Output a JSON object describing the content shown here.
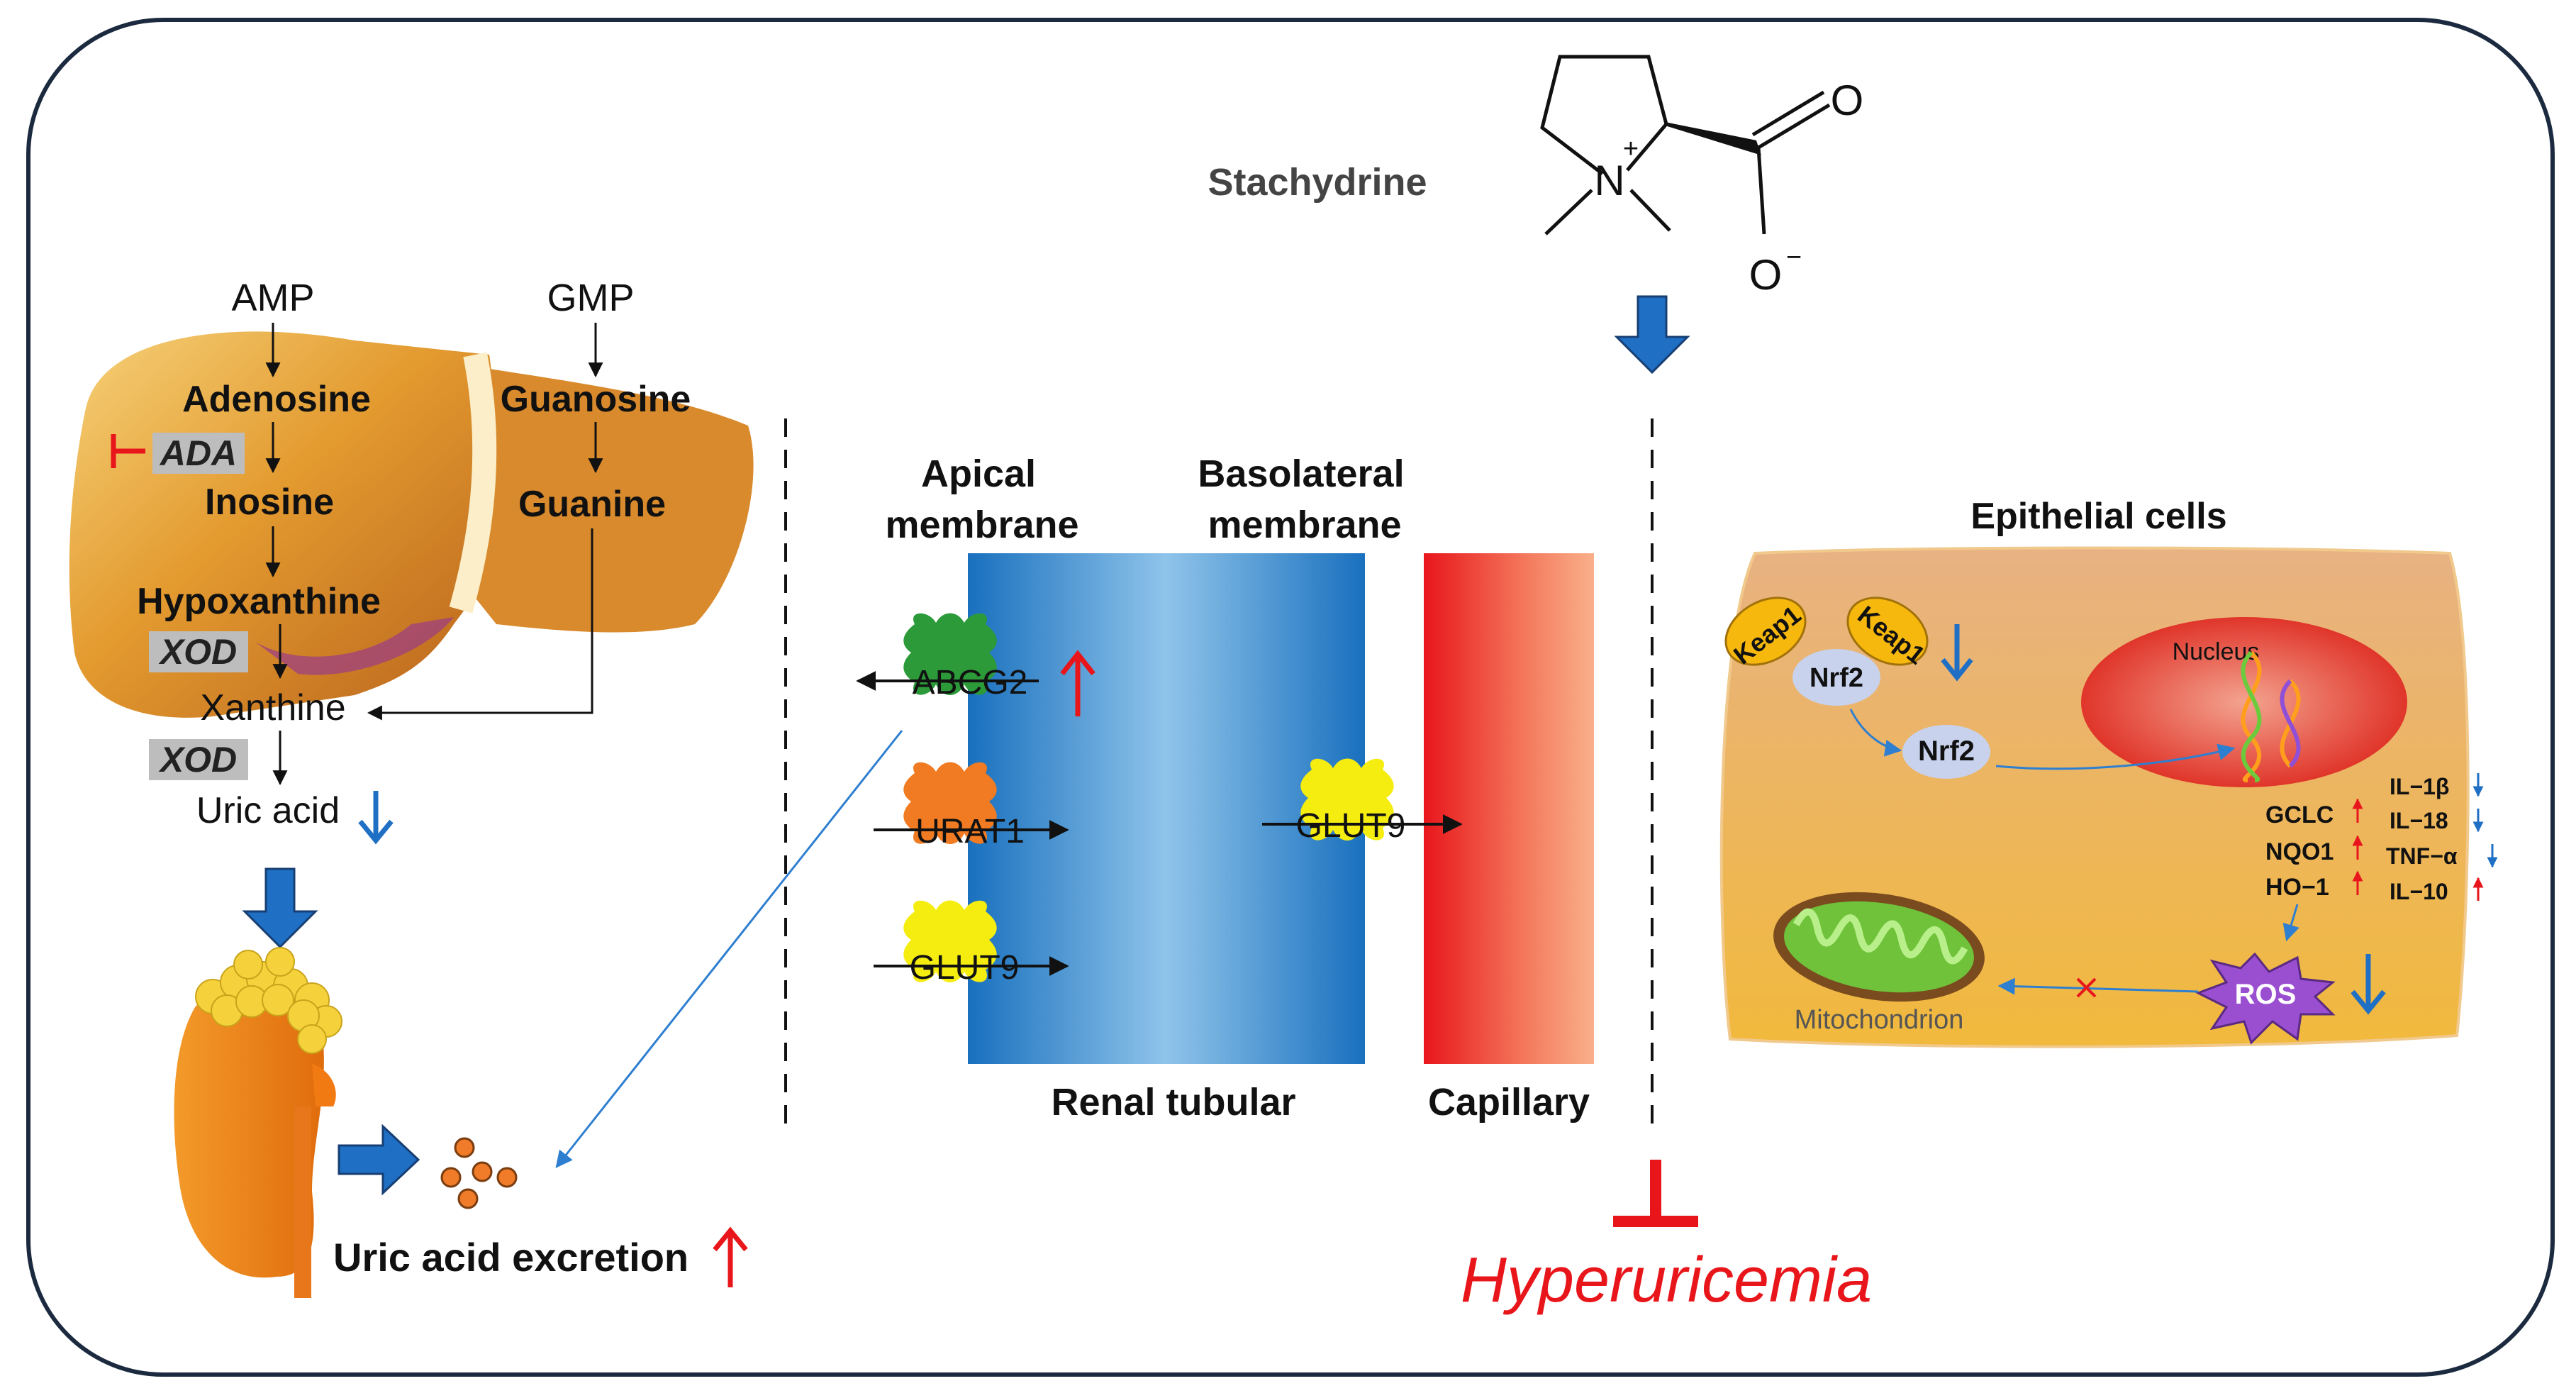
{
  "title": "Stachydrine",
  "molecule": {
    "n_label": "N",
    "n_charge": "+",
    "o_label": "O",
    "o_minus_label": "O",
    "o_charge": "−"
  },
  "pathway": {
    "amp": "AMP",
    "gmp": "GMP",
    "adenosine": "Adenosine",
    "guanosine": "Guanosine",
    "ada": "ADA",
    "inosine": "Inosine",
    "guanine": "Guanine",
    "hypoxanthine": "Hypoxanthine",
    "xod1": "XOD",
    "xanthine": "Xanthine",
    "xod2": "XOD",
    "uric_acid": "Uric acid"
  },
  "excretion_label": "Uric acid excretion",
  "renal": {
    "apical": [
      "Apical",
      "membrane"
    ],
    "basolateral": [
      "Basolateral",
      "membrane"
    ],
    "abcg2": "ABCG2",
    "urat1": "URAT1",
    "glut9_apical": "GLUT9",
    "glut9_baso": "GLUT9",
    "tubular": "Renal tubular",
    "capillary": "Capillary"
  },
  "epithelial": {
    "title": "Epithelial cells",
    "keap1_a": "Keap1",
    "keap1_b": "Keap1",
    "nrf2_bound": "Nrf2",
    "nrf2_free": "Nrf2",
    "nucleus": "Nucleus",
    "genes": [
      "GCLC",
      "NQO1",
      "HO−1"
    ],
    "cytokines": [
      "IL−1β",
      "IL−18",
      "TNF−α",
      "IL−10"
    ],
    "ros": "ROS",
    "mitochondrion": "Mitochondrion"
  },
  "outcome": "Hyperuricemia",
  "colors": {
    "red": "#e8161b",
    "blue": "#1f6fc4",
    "frame": "#1c2a3f"
  }
}
